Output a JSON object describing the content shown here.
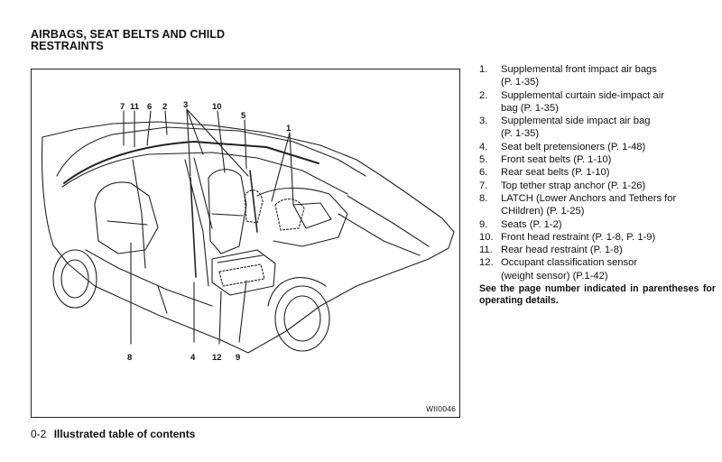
{
  "header": {
    "title_line1": "AIRBAGS, SEAT BELTS AND CHILD",
    "title_line2": "RESTRAINTS"
  },
  "figure": {
    "id": "WII0046",
    "callouts": [
      "7",
      "11",
      "6",
      "2",
      "3",
      "10",
      "5",
      "1",
      "8",
      "4",
      "12",
      "9"
    ]
  },
  "items": [
    {
      "num": "1.",
      "lines": [
        "Supplemental front impact air bags",
        "(P. 1-35)"
      ]
    },
    {
      "num": "2.",
      "lines": [
        "Supplemental curtain side-impact air",
        "bag (P. 1-35)"
      ]
    },
    {
      "num": "3.",
      "lines": [
        "Supplemental side impact air bag",
        "(P. 1-35)"
      ]
    },
    {
      "num": "4.",
      "lines": [
        "Seat belt pretensioners (P. 1-48)"
      ]
    },
    {
      "num": "5.",
      "lines": [
        "Front seat belts (P. 1-10)"
      ]
    },
    {
      "num": "6.",
      "lines": [
        "Rear seat belts (P. 1-10)"
      ]
    },
    {
      "num": "7.",
      "lines": [
        "Top tether strap anchor (P. 1-26)"
      ]
    },
    {
      "num": "8.",
      "lines": [
        "LATCH (Lower Anchors and Tethers for",
        "CHildren) (P. 1-25)"
      ]
    },
    {
      "num": "9.",
      "lines": [
        "Seats (P. 1-2)"
      ]
    },
    {
      "num": "10.",
      "lines": [
        "Front head restraint (P. 1-8, P. 1-9)"
      ]
    },
    {
      "num": "11.",
      "lines": [
        "Rear head restraint (P. 1-8)"
      ]
    },
    {
      "num": "12.",
      "lines": [
        "Occupant classification sensor",
        "(weight sensor) (P.1-42)"
      ]
    }
  ],
  "note": "See the page number indicated in parentheses for operating details.",
  "footer": {
    "page": "0-2",
    "section": "Illustrated table of contents"
  }
}
